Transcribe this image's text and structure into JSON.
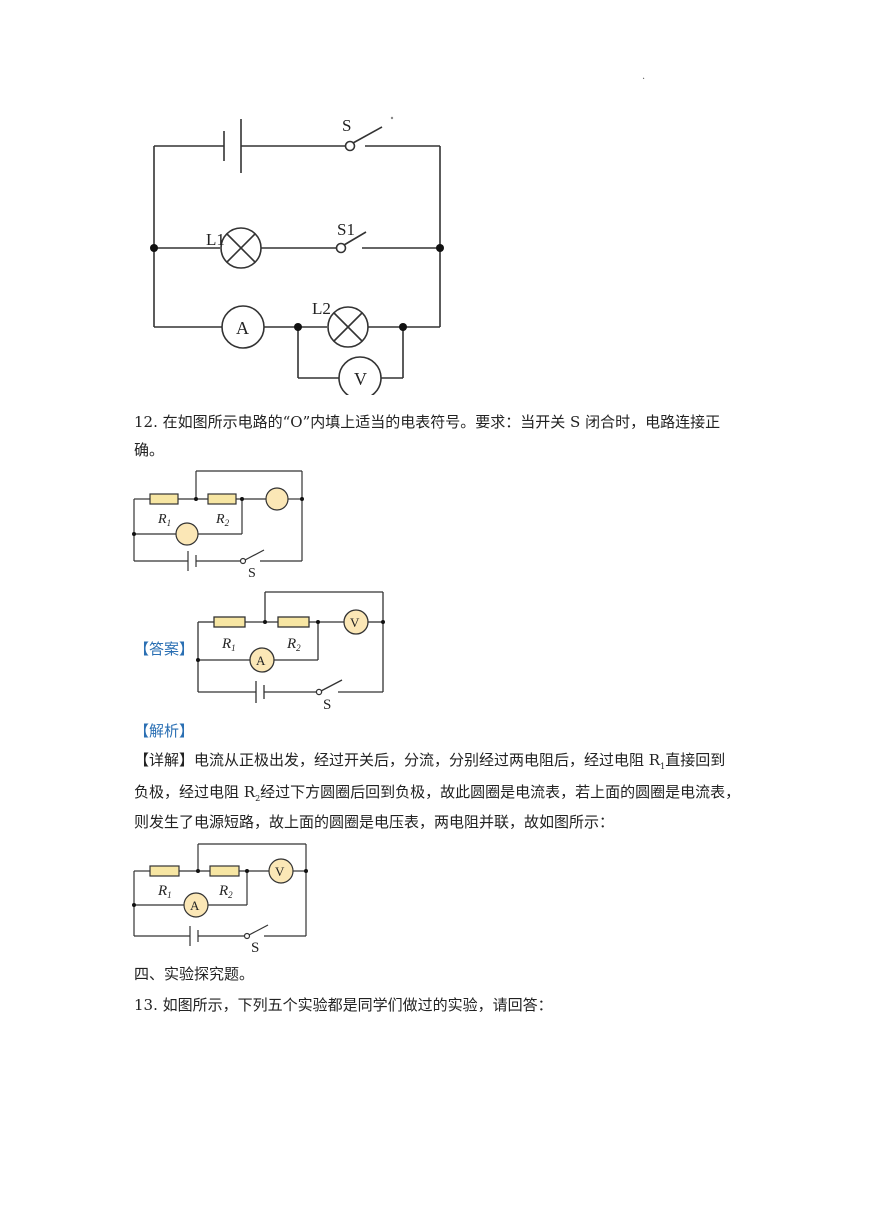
{
  "stray_dot": "·",
  "top_circuit": {
    "switch_s": "S",
    "switch_s1": "S1",
    "lamp_l1": "L1",
    "lamp_l2": "L2",
    "ammeter": "A",
    "voltmeter": "V",
    "minus_mark": "–"
  },
  "q12": {
    "line1": "12.  在如图所示电路的“O”内填上适当的电表符号。要求：当开关 S 闭合时，电路连接正",
    "line2": "确。"
  },
  "circuit_labels": {
    "r1": "R",
    "r1_sub": "1",
    "r2": "R",
    "r2_sub": "2",
    "switch": "S",
    "ammeter": "A",
    "voltmeter": "V"
  },
  "answer": {
    "tag": "【答案】"
  },
  "analysis": {
    "tag": "【解析】",
    "detail_tag": "【详解】",
    "line1": "电流从正极出发，经过开关后，分流，分别经过两电阻后，经过电阻 R",
    "line1_sub": "1",
    "line1_end": "直接回到",
    "line2_a": "负极，经过电阻 R",
    "line2_sub": "2",
    "line2_b": "经过下方圆圈后回到负极，故此圆圈是电流表，若上面的圆圈是电流表，",
    "line3": "则发生了电源短路，故上面的圆圈是电压表，两电阻并联，故如图所示："
  },
  "section4": "四、实验探究题。",
  "q13": "13.  如图所示，下列五个实验都是同学们做过的实验，请回答："
}
